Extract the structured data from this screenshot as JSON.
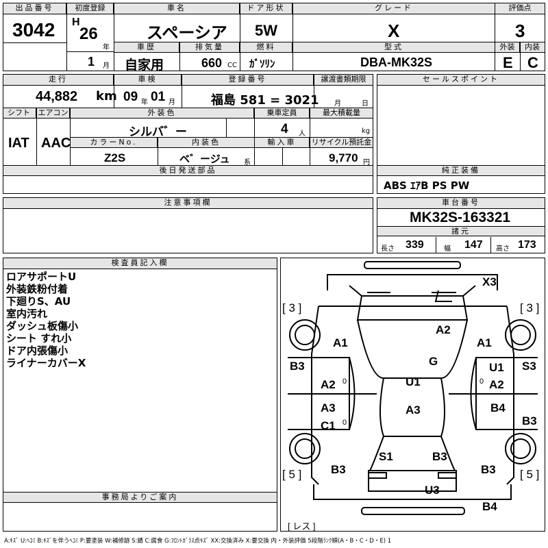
{
  "top": {
    "lot_label": "出品番号",
    "lot_no": "3042",
    "reg_label": "初度登録",
    "era": "H",
    "reg_year": "26",
    "year_unit": "年",
    "reg_month": "1",
    "month_unit": "月",
    "name_label": "車名",
    "name": "スペーシア",
    "door_label": "ドア形状",
    "door": "5W",
    "grade_label": "グレード",
    "grade": "X",
    "score_label": "評価点",
    "score": "3",
    "history_label": "車歴",
    "history": "自家用",
    "disp_label": "排気量",
    "disp": "660",
    "disp_unit": "CC",
    "fuel_label": "燃料",
    "fuel": "ｶﾞｿﾘﾝ",
    "model_label": "型式",
    "model": "DBA-MK32S",
    "ext_label": "外装",
    "ext": "E",
    "int_label": "内装",
    "int": "C"
  },
  "mid": {
    "mileage_label": "走行",
    "mileage": "44,882",
    "mileage_unit": "km",
    "inspect_label": "車検",
    "inspect_y": "09",
    "y_unit": "年",
    "inspect_m": "01",
    "m_unit": "月",
    "plate_label": "登録番号",
    "plate": "福島 581 = 3021",
    "transfer_label": "譲渡書類期限",
    "t_month": "月",
    "t_day": "日",
    "shift_label": "シフト",
    "shift": "IAT",
    "ac_label": "エアコン",
    "ac": "AAC",
    "color_label": "外装色",
    "color": "シルバ゛ー",
    "capacity_label": "乗車定員",
    "capacity": "4",
    "cap_unit": "人",
    "load_label": "最大積載量",
    "load_unit": "kg",
    "colorno_label": "カラーNo.",
    "colorno": "Z2S",
    "interior_label": "内装色",
    "interior": "ベ゛ージュ",
    "int_unit": "系",
    "import_label": "輸入車",
    "recycle_label": "リサイクル預託金",
    "recycle": "9,770",
    "recycle_unit": "円",
    "later_label": "後日発送部品",
    "sales_label": "セールスポイント",
    "equip_label": "純正装備",
    "equip": "ABS ｴｱB PS PW"
  },
  "notes": {
    "caution_label": "注意事項欄",
    "chassis_label": "車台番号",
    "chassis": "MK32S-163321",
    "dims_label": "諸元",
    "len_label": "長さ",
    "len": "339",
    "wid_label": "幅",
    "wid": "147",
    "hgt_label": "高さ",
    "hgt": "173",
    "inspector_label": "検査員記入欄",
    "inspector_lines": [
      "ロアサポートU",
      "外装鉄粉付着",
      "下廻りS、AU",
      "室内汚れ",
      "ダッシュ板傷小",
      "シート すれ小",
      "ドア内張傷小",
      "ライナーカバーX"
    ],
    "office_label": "事務局よりご案内"
  },
  "diagram": {
    "marks": [
      "X3",
      "[ 3 ]",
      "[ 3 ]",
      "A2",
      "A1",
      "A1",
      "G",
      "B3",
      "S3",
      "U1",
      "A2",
      "U1",
      "A2",
      "0",
      "0",
      "A3",
      "C1",
      "0",
      "A3",
      "B4",
      "B3",
      "S1",
      "B3",
      "B3",
      "B3",
      "[ 5 ]",
      "[ 5 ]",
      "U3",
      "B4",
      "[ レス ]"
    ]
  },
  "legend": "A:ｷｽﾞ U:ﾍｺﾐ B:ｷｽﾞを伴うﾍｺﾐ P:要塗装 W:補修跡 S:錆 C:腐食 G:ﾌﾛﾝﾄｶﾞﾗｽ点ｷｽﾞ XX:交換済み X:要交換 内・外装評価 5段階ﾗﾝｸ順(A・B・C・D・E) 1"
}
